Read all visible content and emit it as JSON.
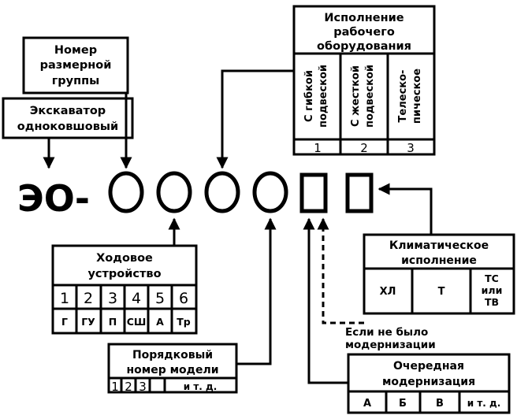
{
  "code": {
    "prefix": "ЭО-"
  },
  "labels": {
    "size_group": [
      "Номер",
      "размерной",
      "группы"
    ],
    "excavator": [
      "Экскаватор",
      "одноковшовый"
    ]
  },
  "work_equipment": {
    "title": [
      "Исполнение",
      "рабочего",
      "оборудования"
    ],
    "options": [
      {
        "lines": [
          "С гибкой",
          "подвеской"
        ],
        "num": "1"
      },
      {
        "lines": [
          "С жесткой",
          "подвеской"
        ],
        "num": "2"
      },
      {
        "lines": [
          "Телеско-",
          "пическое"
        ],
        "num": "3"
      }
    ]
  },
  "running_gear": {
    "title": [
      "Ходовое",
      "устройство"
    ],
    "nums": [
      "1",
      "2",
      "3",
      "4",
      "5",
      "6"
    ],
    "codes": [
      "Г",
      "ГУ",
      "П",
      "СШ",
      "А",
      "Тр"
    ]
  },
  "model_number": {
    "title": [
      "Порядковый",
      "номер модели"
    ],
    "nums": [
      "1",
      "2",
      "3"
    ],
    "etc": "и т. д."
  },
  "climate": {
    "title": [
      "Климатическое",
      "исполнение"
    ],
    "cells": [
      [
        "ХЛ"
      ],
      [
        "Т"
      ],
      [
        "ТС",
        "или",
        "ТВ"
      ]
    ]
  },
  "no_modernization": [
    "Если не было",
    "модернизации"
  ],
  "modernization": {
    "title": [
      "Очередная",
      "модернизация"
    ],
    "cells": [
      "А",
      "Б",
      "В",
      "и т. д."
    ]
  },
  "colors": {
    "ink": "#000000",
    "paper": "#ffffff"
  }
}
